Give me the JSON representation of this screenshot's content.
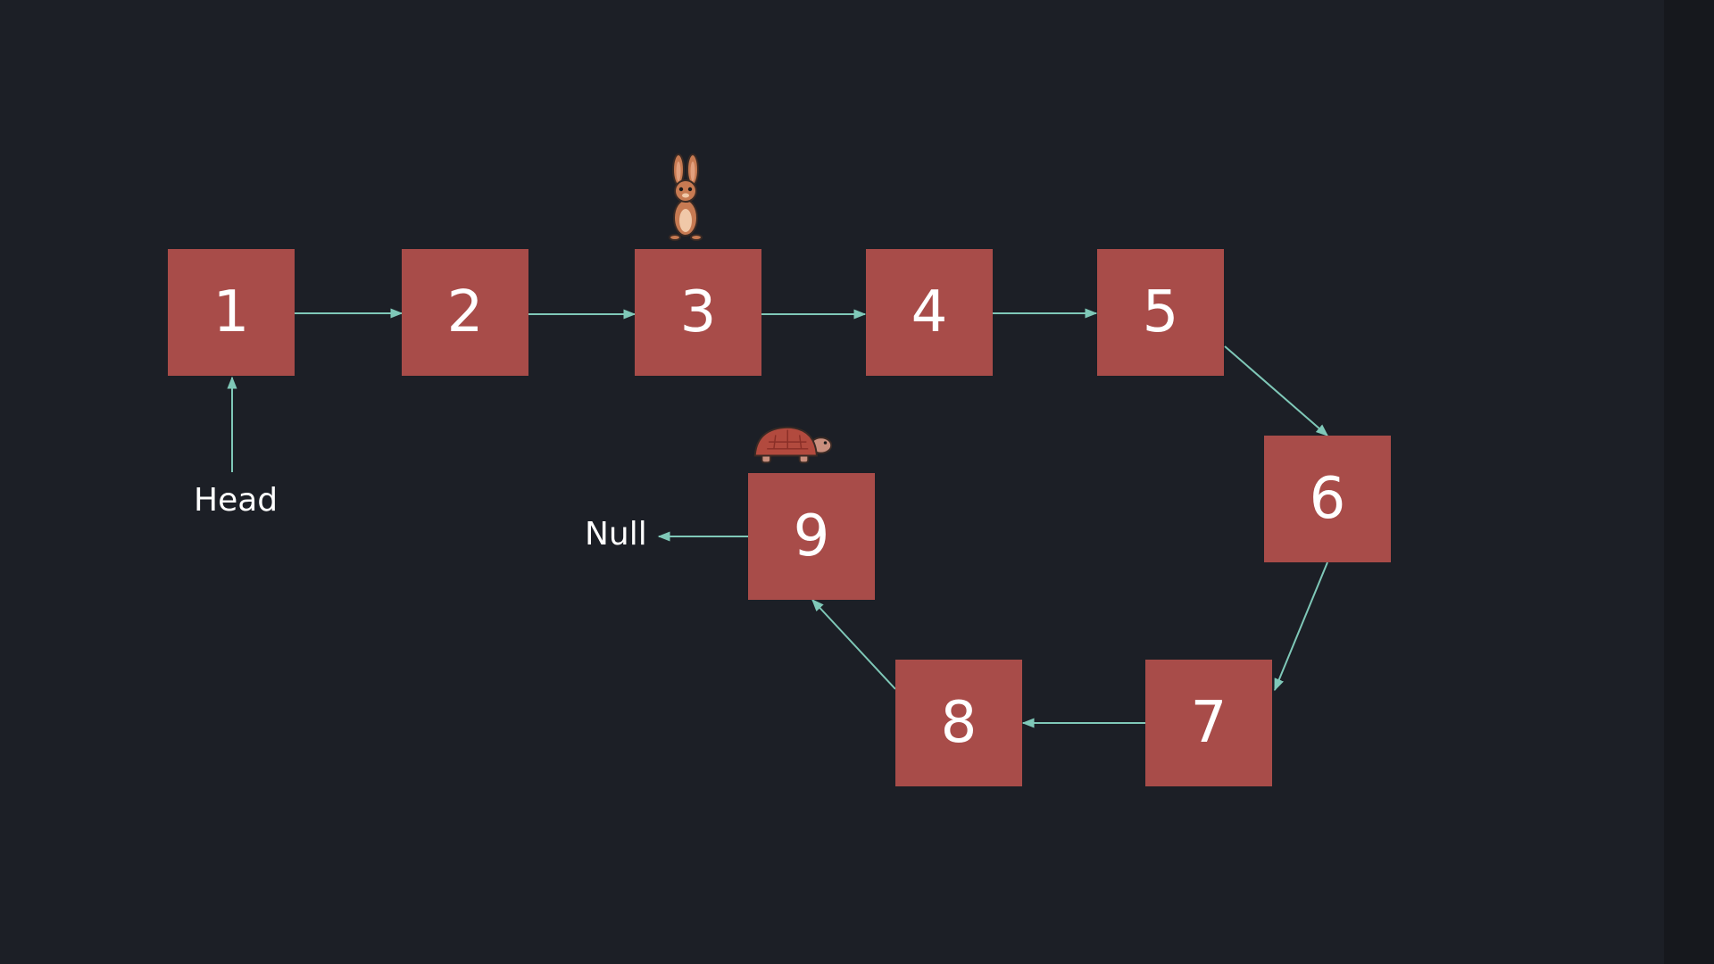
{
  "colors": {
    "background": "#1c1f26",
    "node_fill": "#a84c49",
    "arrow": "#7fc8b8",
    "text": "#ffffff"
  },
  "nodes": [
    {
      "label": "1"
    },
    {
      "label": "2"
    },
    {
      "label": "3"
    },
    {
      "label": "4"
    },
    {
      "label": "5"
    },
    {
      "label": "6"
    },
    {
      "label": "7"
    },
    {
      "label": "8"
    },
    {
      "label": "9"
    }
  ],
  "labels": {
    "head": "Head",
    "null": "Null"
  },
  "pointers": {
    "fast": {
      "icon": "rabbit-icon",
      "at_node": "3"
    },
    "slow": {
      "icon": "turtle-icon",
      "at_node": "9"
    }
  }
}
